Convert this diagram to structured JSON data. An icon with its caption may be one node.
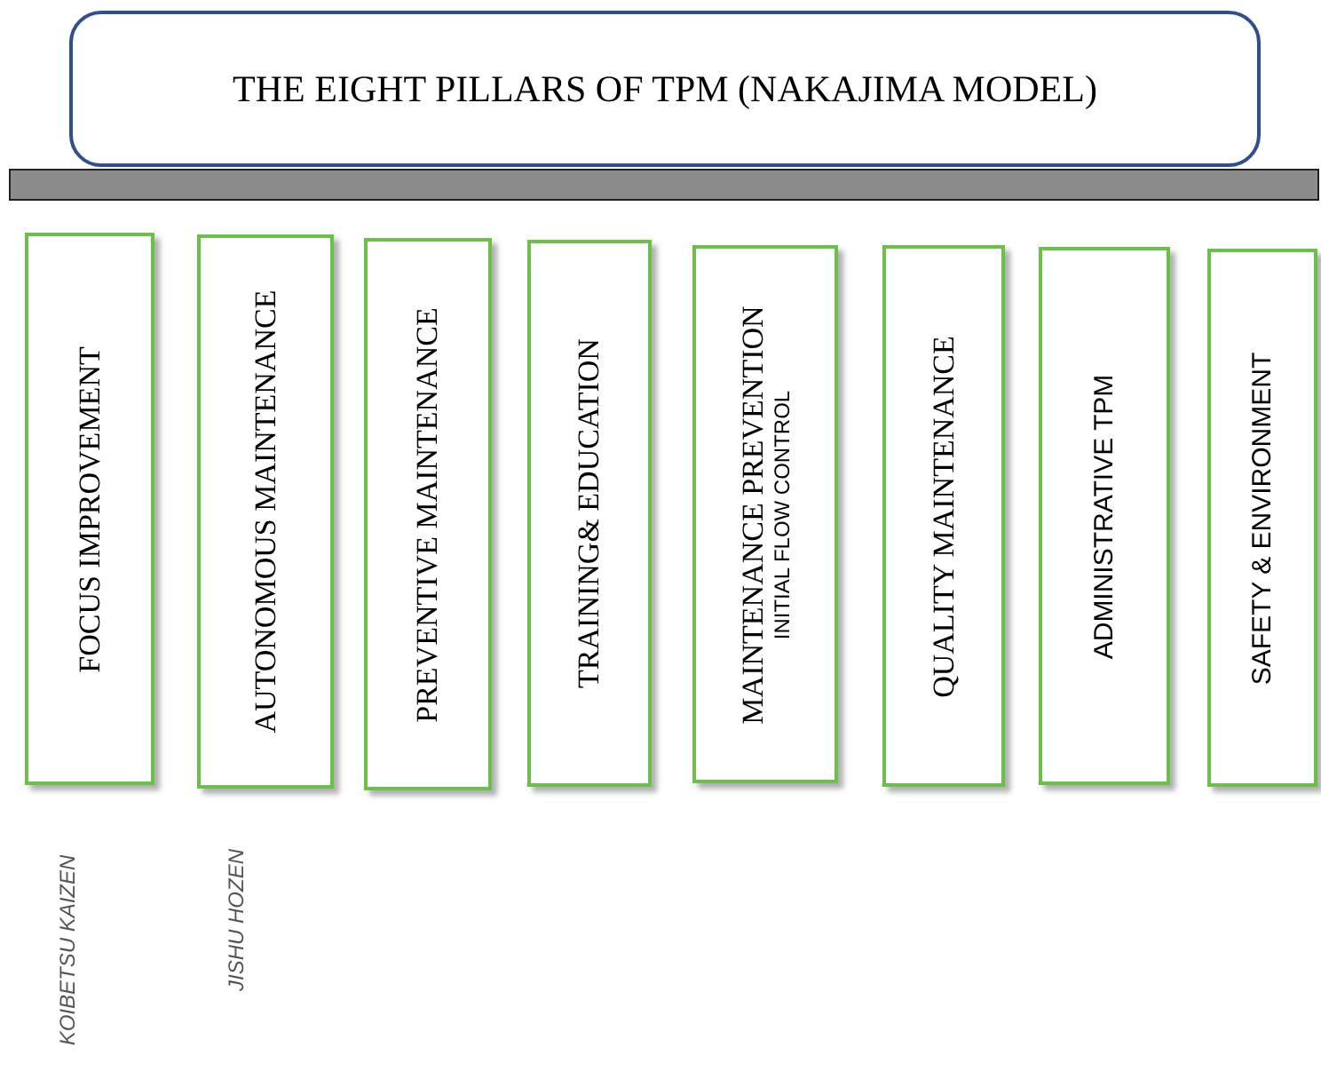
{
  "diagram": {
    "nodes": [
      {
        "text": [
          "THE EIGHT PILLARS OF TPM (NAKAJIMA MODEL)"
        ]
      },
      {
        "text": [],
        "shape": "bar"
      },
      {
        "text": [
          "FOCUS IMPROVEMENT"
        ],
        "beside": [
          "KOIBETSU KAIZEN"
        ]
      },
      {
        "text": [
          "AUTONOMOUS MAINTENANCE"
        ],
        "beside": [
          "JISHU HOZEN"
        ]
      },
      {
        "text": [
          "PREVENTIVE MAINTENANCE"
        ]
      },
      {
        "text": [
          "TRAINING& EDUCATION"
        ]
      },
      {
        "text": [
          "MAINTENANCE PREVENTION",
          "INITIAL FLOW CONTROL"
        ]
      },
      {
        "text": [
          "QUALITY MAINTENANCE"
        ]
      },
      {
        "text": [
          "ADMINISTRATIVE TPM"
        ]
      },
      {
        "text": [
          "SAFETY & ENVIRONMENT"
        ]
      }
    ]
  }
}
